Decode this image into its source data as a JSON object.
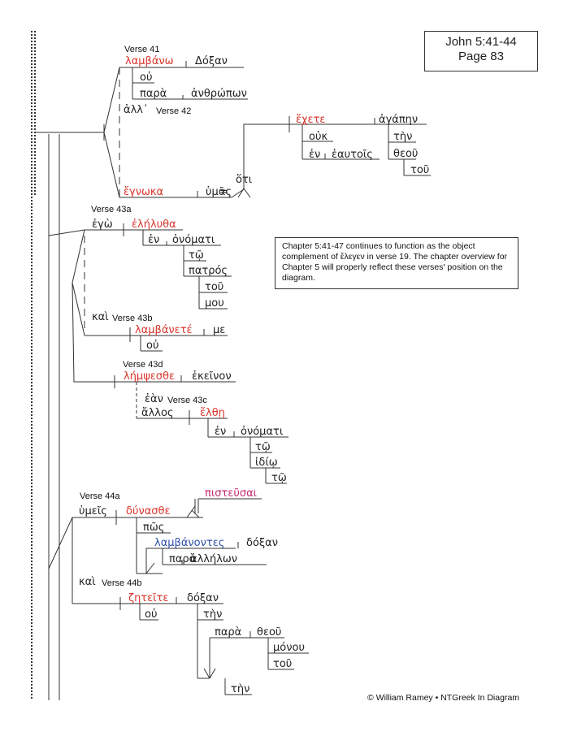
{
  "reference": {
    "line1": "John 5:41-44",
    "line2": "Page 83"
  },
  "note": "Chapter 5:41-47 continues to function as the object complement of ἔλεγεν in verse 19. The chapter overview for Chapter 5 will properly reflect these verses' position on the diagram.",
  "copyright": "© William Ramey • NTGreek In Diagram",
  "labels": {
    "v41": "Verse 41",
    "v42": "Verse 42",
    "v43a": "Verse 43a",
    "v43b": "Verse 43b",
    "v43c": "Verse 43c",
    "v43d": "Verse 43d",
    "v44a": "Verse 44a",
    "v44b": "Verse 44b"
  },
  "words": {
    "lambano": "λαμβάνω",
    "doxan1": "Δόξαν",
    "ou1": "οὐ",
    "para1": "παρὰ",
    "anthropon": "ἀνθρώπων",
    "all": "ἀλλ᾽",
    "egnoka": "ἔγνωκα",
    "humas": "ὑμᾶς",
    "equals": "=",
    "hoti": "ὅτι",
    "echete": "ἔχετε",
    "agapen": "ἀγάπην",
    "ouk": "οὐκ",
    "en1": "ἐν",
    "heautois": "ἑαυτοῖς",
    "ten1": "τὴν",
    "theou1": "θεοῦ",
    "tou1": "τοῦ",
    "ego": "ἐγὼ",
    "eleluta": "ἐλήλυθα",
    "en2": "ἐν",
    "onomati1": "ὀνόματι",
    "to1": "τῷ",
    "patros": "πατρός",
    "tou2": "τοῦ",
    "mou": "μου",
    "kai1": "καὶ",
    "lambanete": "λαμβάνετέ",
    "me": "με",
    "ou2": "οὐ",
    "lempsesthe": "λήμψεσθε",
    "ekeinon": "ἐκεῖνον",
    "ean": "ἐὰν",
    "allos": "ἄλλος",
    "elthe": "ἔλθῃ",
    "en3": "ἐν",
    "onomati2": "ὀνόματι",
    "to2": "τῷ",
    "idio": "ἰδίῳ",
    "to3": "τῷ",
    "humeis": "ὑμεῖς",
    "dunasthe": "δύνασθε",
    "pisteusai": "πιστεῦσαι",
    "pos": "πῶς",
    "lambanontes": "λαμβάνοντες",
    "doxan2": "δόξαν",
    "para2": "παρὰ",
    "allelon": "ἀλλήλων",
    "kai2": "καὶ",
    "zeteite": "ζητεῖτε",
    "doxan3": "δόξαν",
    "ou3": "οὐ",
    "ten2": "τὴν",
    "para3": "παρὰ",
    "theou2": "θεοῦ",
    "monou": "μόνου",
    "tou3": "τοῦ",
    "ten3": "τὴν"
  },
  "colors": {
    "verb": "#d9352b",
    "participle": "#2d4fa8",
    "infinitive": "#c4286e"
  }
}
